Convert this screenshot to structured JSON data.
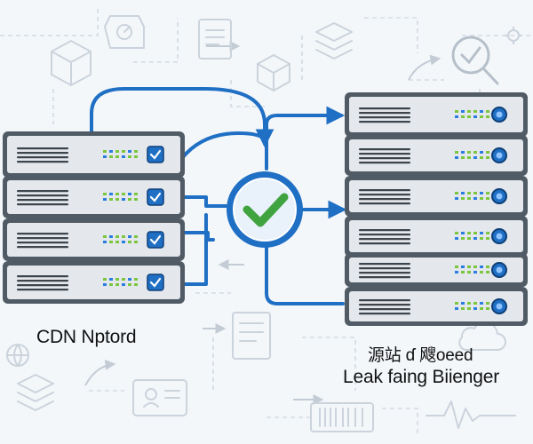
{
  "labels": {
    "cdn_node": "CDN Nptord",
    "origin_line1": "源站 ɗ 飕oeed",
    "origin_line2": "Leak faing Biienger"
  },
  "icons": {
    "center": "checkmark-circle-icon",
    "background": [
      "package-icon",
      "document-icon",
      "database-icon",
      "magnifier-check-icon",
      "id-card-icon",
      "barcode-icon",
      "pulse-wave-icon",
      "gear-icon",
      "cloud-icon",
      "globe-icon"
    ]
  },
  "colors": {
    "accent_blue": "#1f6fc4",
    "check_green": "#3fa33f",
    "server_body": "#505b65",
    "server_face": "#e4e8ec",
    "led_green": "#7cc63f",
    "led_blue": "#2b7de0",
    "background": "#f4f7fa",
    "faint_icon": "#cfd7df"
  }
}
